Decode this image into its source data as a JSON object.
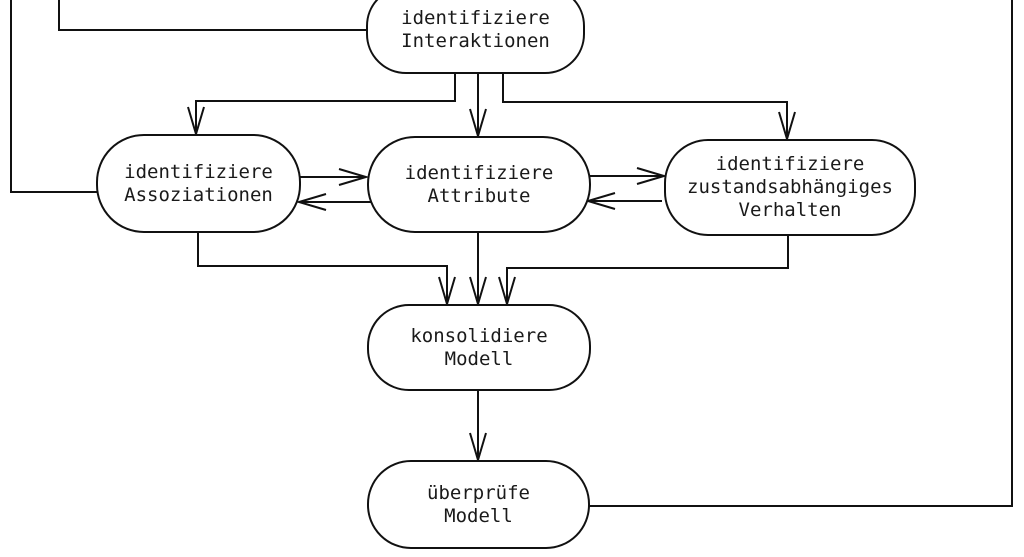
{
  "diagram": {
    "type": "flowchart",
    "language": "de",
    "nodes": {
      "interaktionen": {
        "line1": "identifiziere",
        "line2": "Interaktionen"
      },
      "assoziationen": {
        "line1": "identifiziere",
        "line2": "Assoziationen"
      },
      "attribute": {
        "line1": "identifiziere",
        "line2": "Attribute"
      },
      "verhalten": {
        "line1": "identifiziere",
        "line2": "zustandsabhängiges",
        "line3": "Verhalten"
      },
      "konsolidiere": {
        "line1": "konsolidiere",
        "line2": "Modell"
      },
      "ueberpruefe": {
        "line1": "überprüfe",
        "line2": "Modell"
      }
    },
    "edges": [
      {
        "from": "identifiziere Interaktionen",
        "to": "identifiziere Assoziationen",
        "arrow": true
      },
      {
        "from": "identifiziere Interaktionen",
        "to": "identifiziere Attribute",
        "arrow": true
      },
      {
        "from": "identifiziere Interaktionen",
        "to": "identifiziere zustandsabhängiges Verhalten",
        "arrow": true
      },
      {
        "from": "identifiziere Assoziationen",
        "to": "identifiziere Attribute",
        "arrow": true
      },
      {
        "from": "identifiziere Attribute",
        "to": "identifiziere Assoziationen",
        "arrow": true
      },
      {
        "from": "identifiziere Attribute",
        "to": "identifiziere zustandsabhängiges Verhalten",
        "arrow": true
      },
      {
        "from": "identifiziere zustandsabhängiges Verhalten",
        "to": "identifiziere Attribute",
        "arrow": true
      },
      {
        "from": "identifiziere Assoziationen",
        "to": "konsolidiere Modell",
        "arrow": true
      },
      {
        "from": "identifiziere Attribute",
        "to": "konsolidiere Modell",
        "arrow": true
      },
      {
        "from": "identifiziere zustandsabhängiges Verhalten",
        "to": "konsolidiere Modell",
        "arrow": true
      },
      {
        "from": "konsolidiere Modell",
        "to": "überprüfe Modell",
        "arrow": true
      },
      {
        "from": "überprüfe Modell",
        "to": "feedback loop (exits top right)",
        "arrow": false
      },
      {
        "from": "feedback loop (enters top left)",
        "to": "identifiziere Interaktionen",
        "arrow": false
      },
      {
        "from": "feedback loop (enters top left)",
        "to": "identifiziere Assoziationen",
        "arrow": false
      }
    ],
    "colors": {
      "line": "#111111",
      "text": "#1a1a1a",
      "node_fill": "#ffffff",
      "background": "#ffffff"
    }
  }
}
